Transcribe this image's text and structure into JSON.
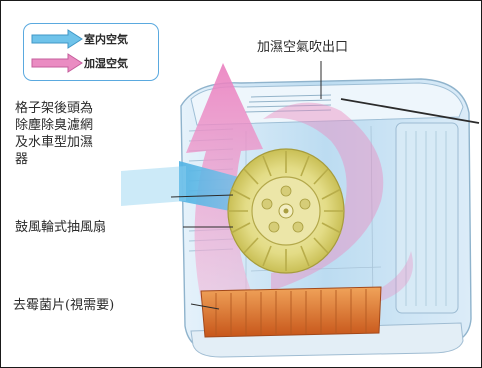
{
  "legend": {
    "items": [
      {
        "label": "室内空気",
        "color": "#6fc3ea"
      },
      {
        "label": "加湿空気",
        "color": "#ea8cc2"
      }
    ]
  },
  "labels": {
    "outlet": "加濕空氣吹出口",
    "filter": [
      "格子架後頭為",
      "除塵除臭濾網",
      "及水車型加濕",
      "器"
    ],
    "fan": "鼓風輪式抽風扇",
    "antibacterial": "去霉菌片(視需要)"
  },
  "colors": {
    "room_air": "#6fc3ea",
    "humid_air": "#ea8cc2",
    "fan_yellow": "#e9e39a",
    "tray_orange": "#e07a2a",
    "body_blue": "#cfe6f5"
  }
}
